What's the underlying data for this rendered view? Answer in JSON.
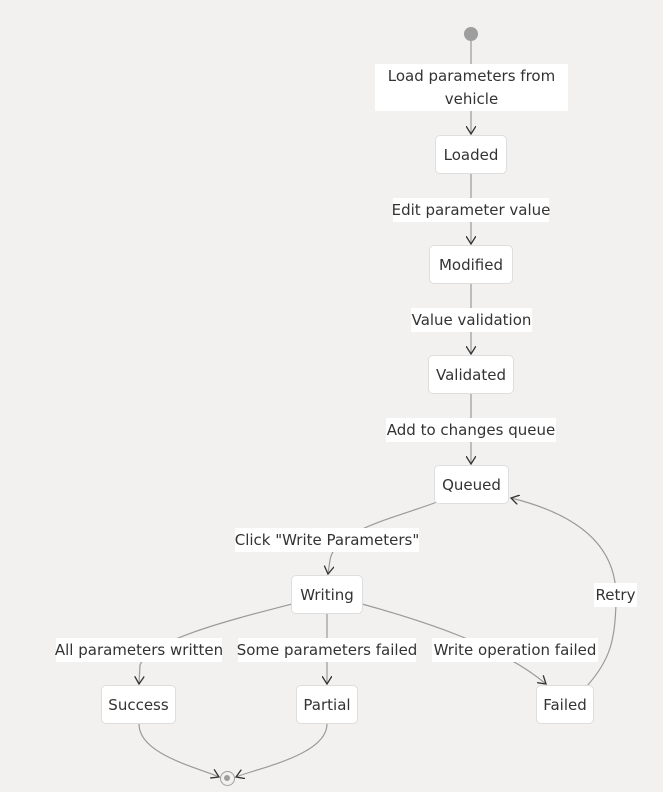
{
  "diagram": {
    "states": {
      "loaded": "Loaded",
      "modified": "Modified",
      "validated": "Validated",
      "queued": "Queued",
      "writing": "Writing",
      "success": "Success",
      "partial": "Partial",
      "failed": "Failed"
    },
    "transitions": {
      "load": "Load parameters from vehicle",
      "edit": "Edit parameter value",
      "validate": "Value validation",
      "queue": "Add to changes queue",
      "write": "Click \"Write Parameters\"",
      "all_written": "All parameters written",
      "some_failed": "Some parameters failed",
      "write_failed": "Write operation failed",
      "retry": "Retry"
    }
  }
}
